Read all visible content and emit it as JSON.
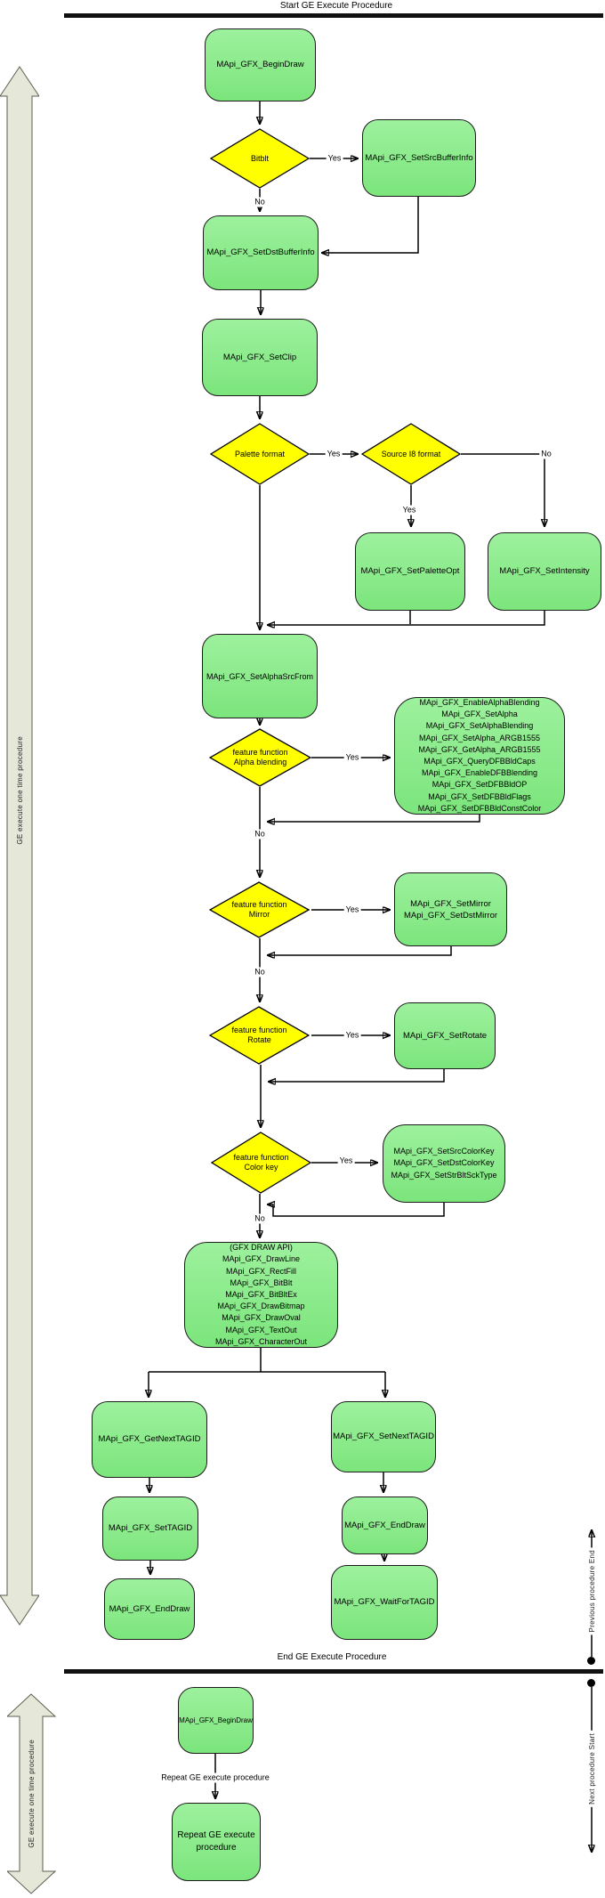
{
  "labels": {
    "yes": "Yes",
    "no": "No"
  },
  "sections": {
    "start_title": "Start GE Execute Procedure",
    "end_title": "End GE Execute Procedure",
    "one_time_procedure": "GE execute one time procedure",
    "previous_end": "Previous procedure End",
    "next_start": "Next procedure Start",
    "repeat_edge_label": "Repeat GE execute procedure"
  },
  "nodes": {
    "begin_draw": "MApi_GFX_BeginDraw",
    "bitblt": "Bitblt",
    "set_src_buffer_info": "MApi_GFX_SetSrcBufferInfo",
    "set_dst_buffer_info": "MApi_GFX_SetDstBufferInfo",
    "set_clip": "MApi_GFX_SetClip",
    "palette_format": "Palette format",
    "source_i8_format": "Source I8 format",
    "set_palette_opt": "MApi_GFX_SetPaletteOpt",
    "set_intensity": "MApi_GFX_SetIntensity",
    "set_alpha_src_from": "MApi_GFX_SetAlphaSrcFrom",
    "alpha_blending_decision": [
      "feature function",
      "Alpha blending"
    ],
    "alpha_apis": [
      "MApi_GFX_EnableAlphaBlending",
      "MApi_GFX_SetAlpha",
      "MApi_GFX_SetAlphaBlending",
      "MApi_GFX_SetAlpha_ARGB1555",
      "MApi_GFX_GetAlpha_ARGB1555",
      "MApi_GFX_QueryDFBBldCaps",
      "MApi_GFX_EnableDFBBlending",
      "MApi_GFX_SetDFBBldOP",
      "MApi_GFX_SetDFBBldFlags",
      "MApi_GFX_SetDFBBldConstColor"
    ],
    "mirror_decision": [
      "feature function",
      "Mirror"
    ],
    "mirror_apis": [
      "MApi_GFX_SetMirror",
      "MApi_GFX_SetDstMirror"
    ],
    "rotate_decision": [
      "feature function",
      "Rotate"
    ],
    "set_rotate": "MApi_GFX_SetRotate",
    "color_key_decision": [
      "feature function",
      "Color key"
    ],
    "color_key_apis": [
      "MApi_GFX_SetSrcColorKey",
      "MApi_GFX_SetDstColorKey",
      "MApi_GFX_SetStrBltSckType"
    ],
    "draw_apis": [
      "(GFX DRAW API)",
      "MApi_GFX_DrawLine",
      "MApi_GFX_RectFill",
      "MApi_GFX_BitBlt",
      "MApi_GFX_BitBltEx",
      "MApi_GFX_DrawBitmap",
      "MApi_GFX_DrawOval",
      "MApi_GFX_TextOut",
      "MApi_GFX_CharacterOut"
    ],
    "get_next_tagid": "MApi_GFX_GetNextTAGID",
    "set_tagid": "MApi_GFX_SetTAGID",
    "end_draw_left": "MApi_GFX_EndDraw",
    "set_next_tagid": "MApi_GFX_SetNextTAGID",
    "end_draw_right": "MApi_GFX_EndDraw",
    "wait_for_tagid": "MApi_GFX_WaitForTAGID",
    "begin_draw_repeat": "MApi_GFX_BeginDraw",
    "repeat_procedure": [
      "Repeat GE execute",
      "procedure"
    ]
  },
  "colors": {
    "node_green_top": "#9df19d",
    "node_green_bottom": "#7ce57c",
    "decision_yellow": "#ffff00",
    "procedure_arrow_fill": "#e5e7d8",
    "line": "#000000"
  }
}
